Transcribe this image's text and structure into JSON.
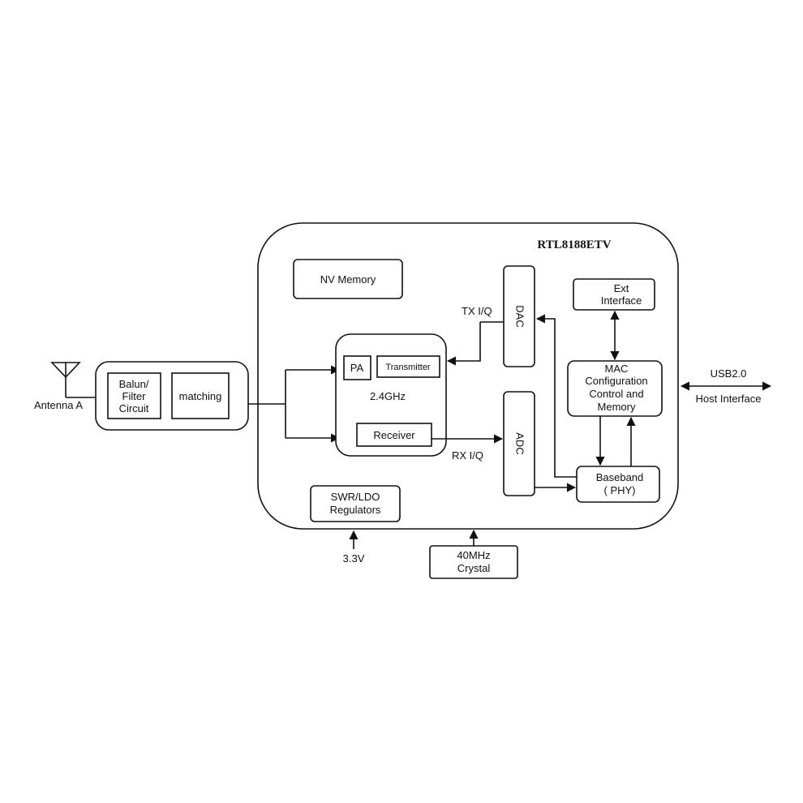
{
  "chip": {
    "title": "RTL8188ETV"
  },
  "antenna": {
    "label": "Antenna A"
  },
  "front_end": {
    "balun_lines": [
      "Balun/",
      "Filter",
      "Circuit"
    ],
    "matching": "matching"
  },
  "nv_memory": "NV Memory",
  "rf": {
    "pa": "PA",
    "transmitter": "Transmitter",
    "freq": "2.4GHz",
    "receiver": "Receiver"
  },
  "dac": "DAC",
  "adc": "ADC",
  "signals": {
    "tx_iq": "TX I/Q",
    "rx_iq": "RX I/Q"
  },
  "ext_interface_lines": [
    "Ext",
    "Interface"
  ],
  "mac_lines": [
    "MAC",
    "Configuration",
    "Control and",
    "Memory"
  ],
  "baseband_lines": [
    "Baseband",
    "( PHY)"
  ],
  "regulators_lines": [
    "SWR/LDO",
    "Regulators"
  ],
  "power": {
    "voltage": "3.3V"
  },
  "crystal_lines": [
    "40MHz",
    "Crystal"
  ],
  "host": {
    "usb": "USB2.0",
    "interface": "Host Interface"
  }
}
